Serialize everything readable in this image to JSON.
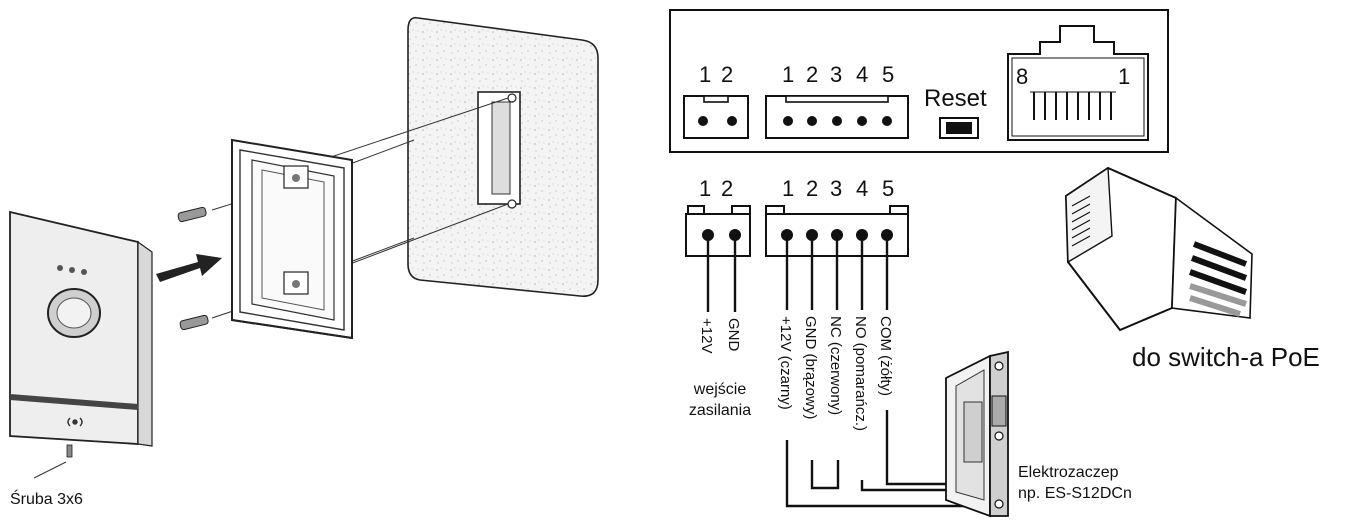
{
  "colors": {
    "ink": "#111111",
    "panel": "#ffffff",
    "wall": "#f3f3f3",
    "reader_body": "#eeeeee",
    "led": "#555555"
  },
  "left_assembly": {
    "screw_label": "Śruba 3x6",
    "icons": [
      "arrow-icon",
      "nfc-icon",
      "screw-icon"
    ]
  },
  "terminal_panel": {
    "power_pins": [
      "1",
      "2"
    ],
    "relay_pins": [
      "1",
      "2",
      "3",
      "4",
      "5"
    ],
    "reset_label": "Reset",
    "rj45_pin_first": "8",
    "rj45_pin_last": "1"
  },
  "wiring": {
    "power_pins": [
      "1",
      "2"
    ],
    "relay_pins": [
      "1",
      "2",
      "3",
      "4",
      "5"
    ],
    "power_wires": [
      "+12V",
      "GND"
    ],
    "relay_wires": [
      "+12V (czarny)",
      "GND (brązowy)",
      "NC (czerwony)",
      "NO (pomarańcz.)",
      "COM (żółty)"
    ],
    "power_input_label_line1": "wejście",
    "power_input_label_line2": "zasilania"
  },
  "poe": {
    "label": "do switch-a PoE"
  },
  "lock": {
    "label_line1": "Elektrozaczep",
    "label_line2": "np. ES-S12DCn"
  }
}
